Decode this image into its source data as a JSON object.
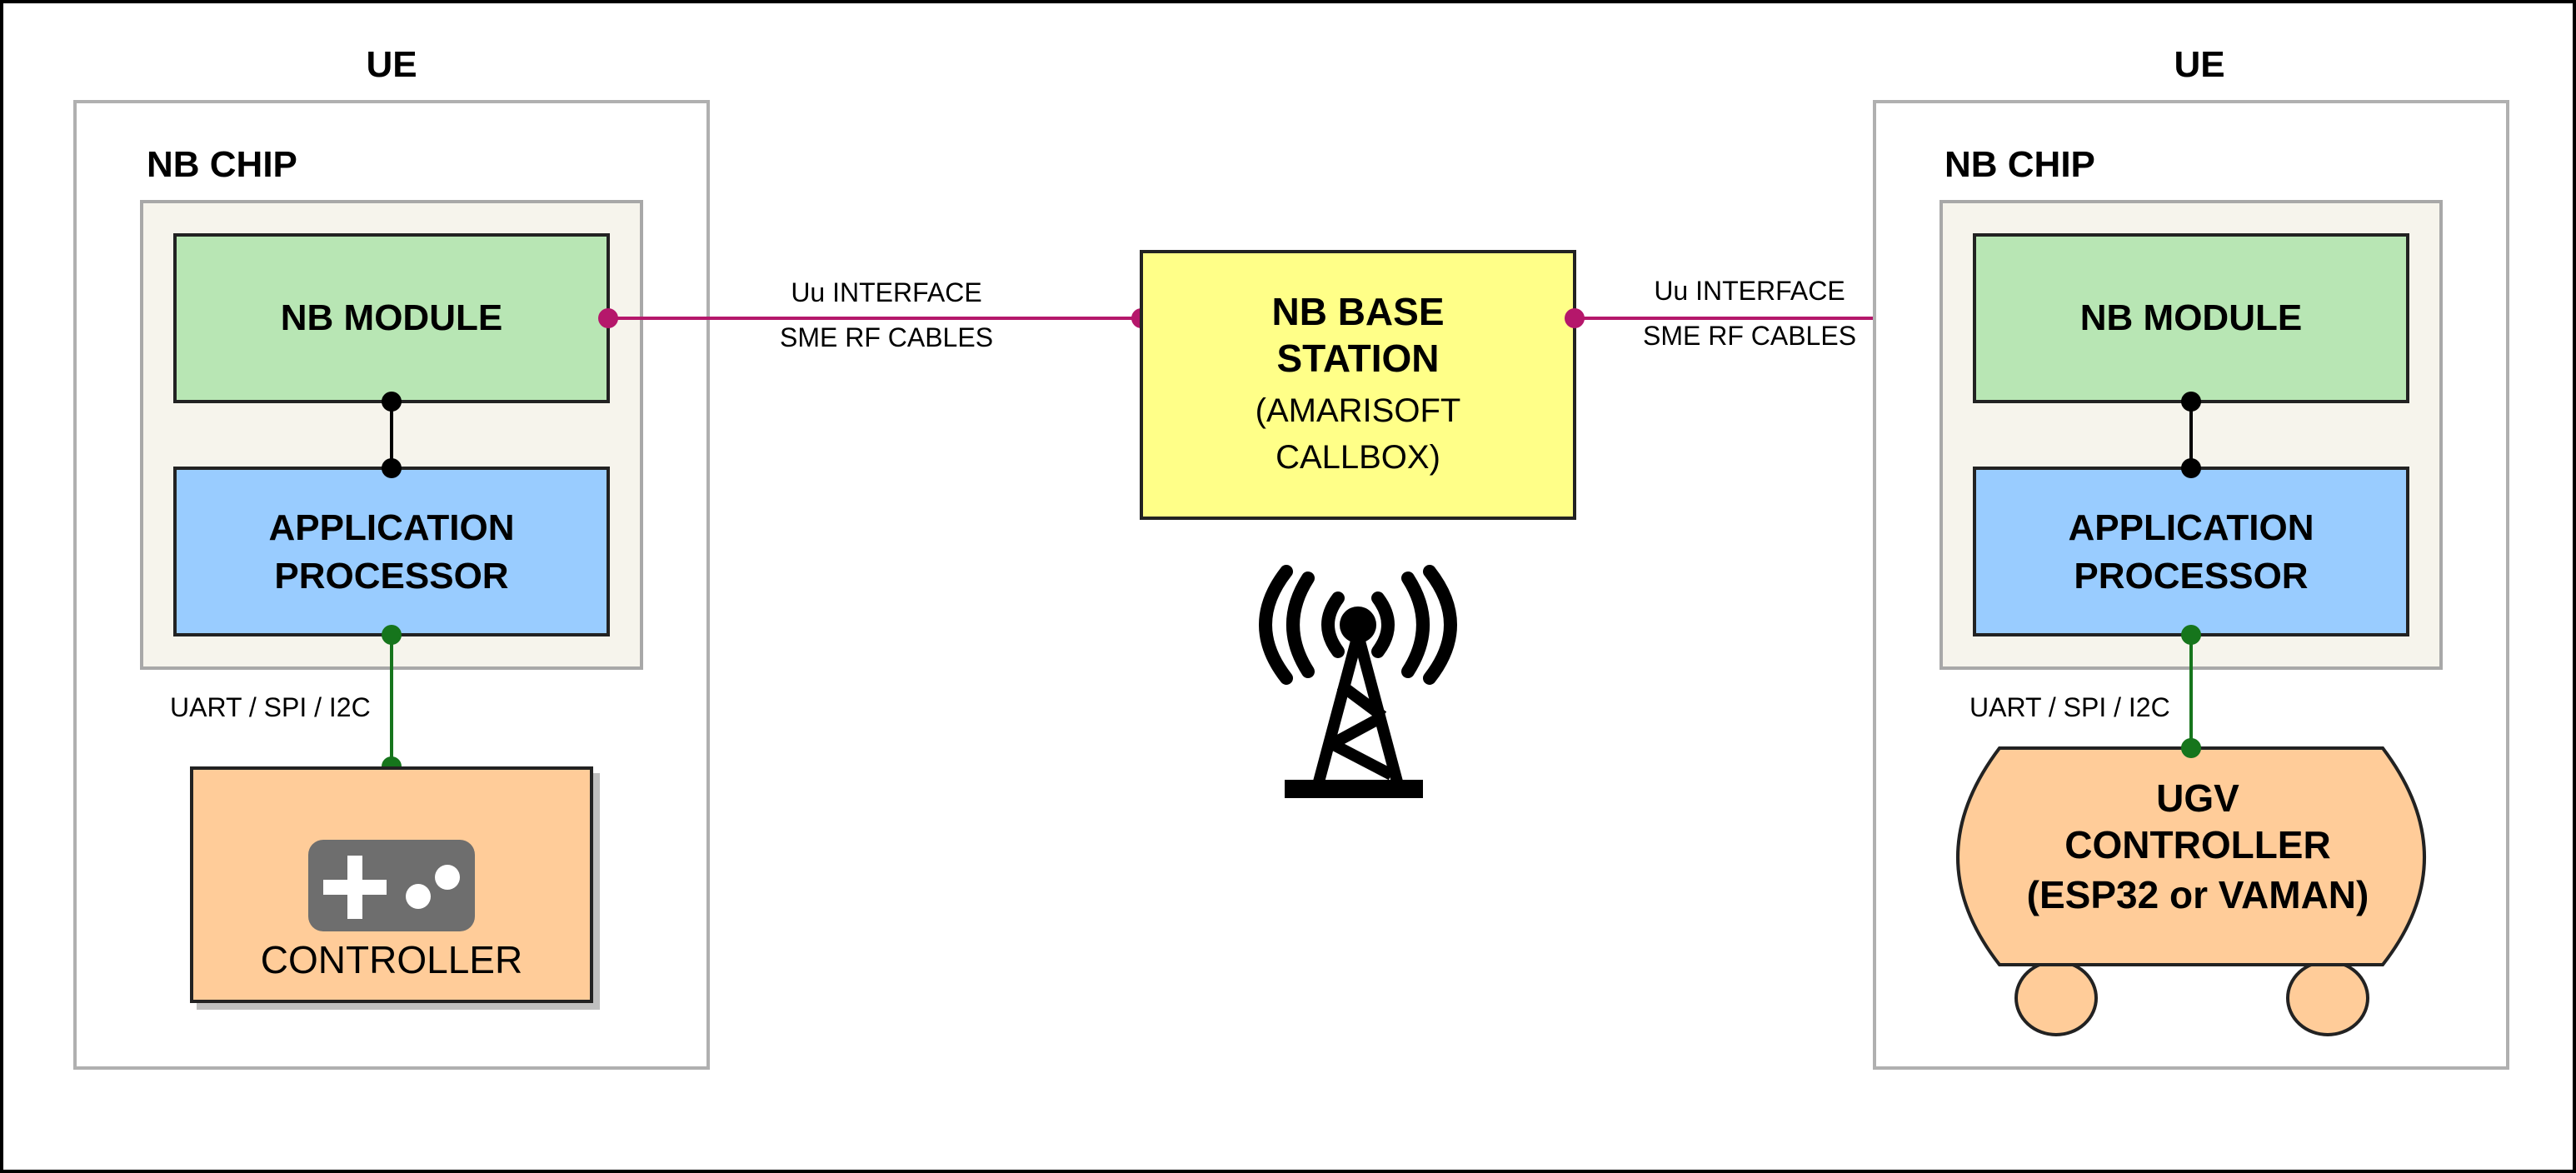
{
  "left_ue": {
    "title": "UE",
    "chip_title": "NB CHIP",
    "module_label": "NB MODULE",
    "processor_line1": "APPLICATION",
    "processor_line2": "PROCESSOR",
    "bus_label": "UART / SPI / I2C",
    "controller_label": "CONTROLLER",
    "controller_icon": "gamepad-icon"
  },
  "left_link": {
    "line1": "Uu INTERFACE",
    "line2": "SME RF CABLES"
  },
  "base_station": {
    "line1": "NB BASE",
    "line2": "STATION",
    "line3": "(AMARISOFT",
    "line4": "CALLBOX)",
    "icon": "cell-tower-icon"
  },
  "right_link": {
    "line1": "Uu INTERFACE",
    "line2": "SME RF CABLES"
  },
  "right_ue": {
    "title": "UE",
    "chip_title": "NB CHIP",
    "module_label": "NB MODULE",
    "processor_line1": "APPLICATION",
    "processor_line2": "PROCESSOR",
    "bus_label": "UART / SPI / I2C",
    "ugv_line1": "UGV",
    "ugv_line2": "CONTROLLER",
    "ugv_line3": "(ESP32 or VAMAN)",
    "ugv_icon": "vehicle-icon"
  },
  "colors": {
    "rf_link": "#b5176b",
    "uart_link": "#16751c",
    "module_fill": "#b8e6b4",
    "processor_fill": "#99ccff",
    "controller_fill": "#ffcc99",
    "base_station_fill": "#ffff88",
    "chip_fill": "#f6f4ec",
    "ue_border": "#b0b0b0"
  }
}
